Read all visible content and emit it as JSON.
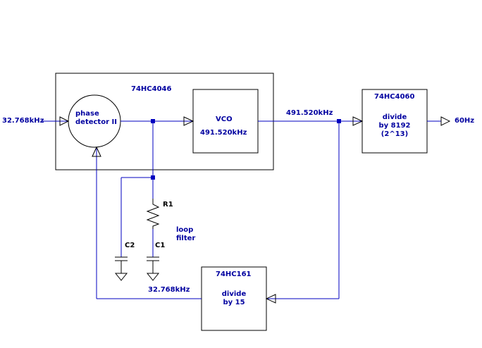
{
  "blocks": {
    "pll": {
      "chip": "74HC4046"
    },
    "phase_detector": {
      "label": "phase\ndetector II"
    },
    "vco": {
      "label": "VCO",
      "freq": "491.520kHz"
    },
    "divider_4060": {
      "chip": "74HC4060",
      "label": "divide\nby 8192\n(2^13)"
    },
    "divider_161": {
      "chip": "74HC161",
      "label": "divide\nby 15"
    }
  },
  "signals": {
    "input": "32.768kHz",
    "vco_out": "491.520kHz",
    "output": "60Hz",
    "feedback": "32.768kHz"
  },
  "components": {
    "r1": "R1",
    "c1": "C1",
    "c2": "C2",
    "filter_label": "loop\nfilter"
  },
  "colors": {
    "wire": "#0000c0",
    "component": "#000000",
    "text": "#0000a0"
  }
}
